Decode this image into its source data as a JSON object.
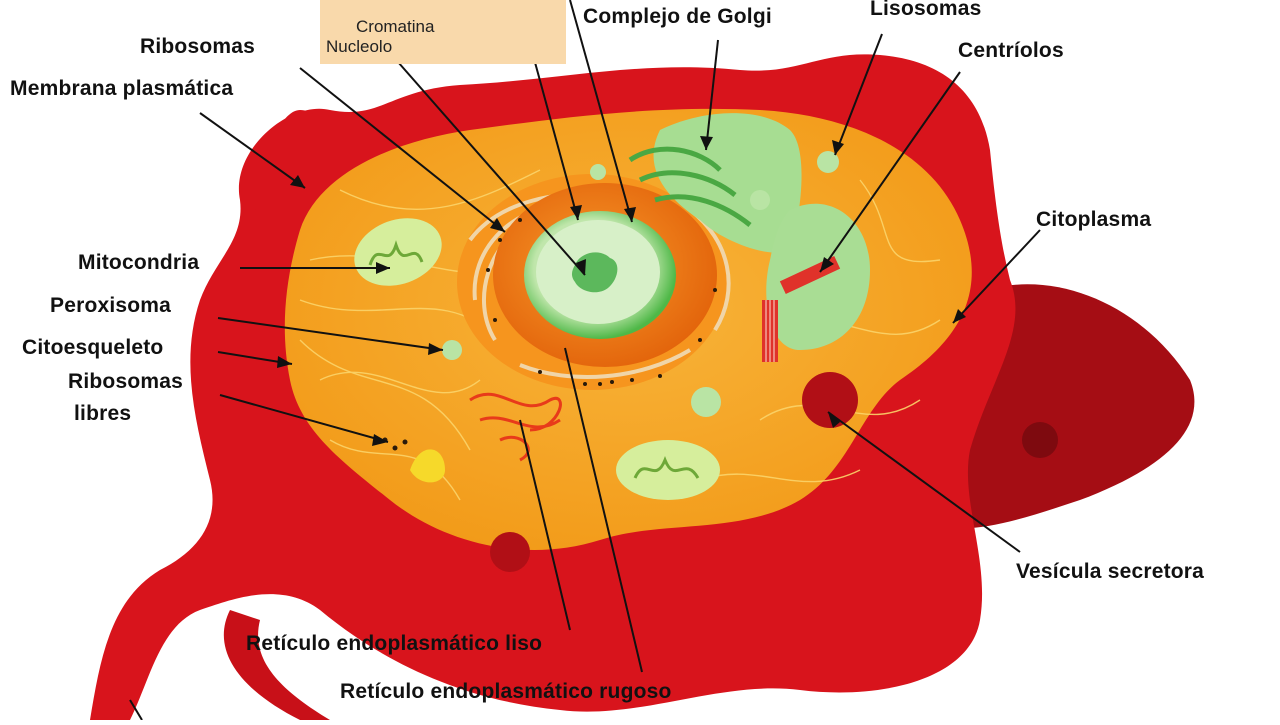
{
  "labels": {
    "cromatina": "Cromatina",
    "nucleolo": "Nucleolo",
    "ribosomas": "Ribosomas",
    "membrana": "Membrana plasmática",
    "golgi": "Complejo de Golgi",
    "lisosomas": "Lisosomas",
    "centriolos": "Centríolos",
    "mitocondria": "Mitocondria",
    "peroxisoma": "Peroxisoma",
    "citoesqueleto": "Citoesqueleto",
    "ribosomas_libres_1": "Ribosomas",
    "ribosomas_libres_2": "libres",
    "citoplasma": "Citoplasma",
    "vesicula": "Vesícula secretora",
    "rel": "Retículo endoplasmático liso",
    "rer": "Retículo endoplasmático rugoso"
  },
  "colors": {
    "membrane": "#d8141c",
    "membrane_dark": "#a50d14",
    "cytoplasm": "#f6a21e",
    "cytoplasm_light": "#f8b43a",
    "nucleus_orange": "#f07a12",
    "nucleus_green": "#4fb848",
    "nucleus_inner": "#cfeec0",
    "golgi": "#9ed88a",
    "note_box": "#f9d9ab"
  }
}
